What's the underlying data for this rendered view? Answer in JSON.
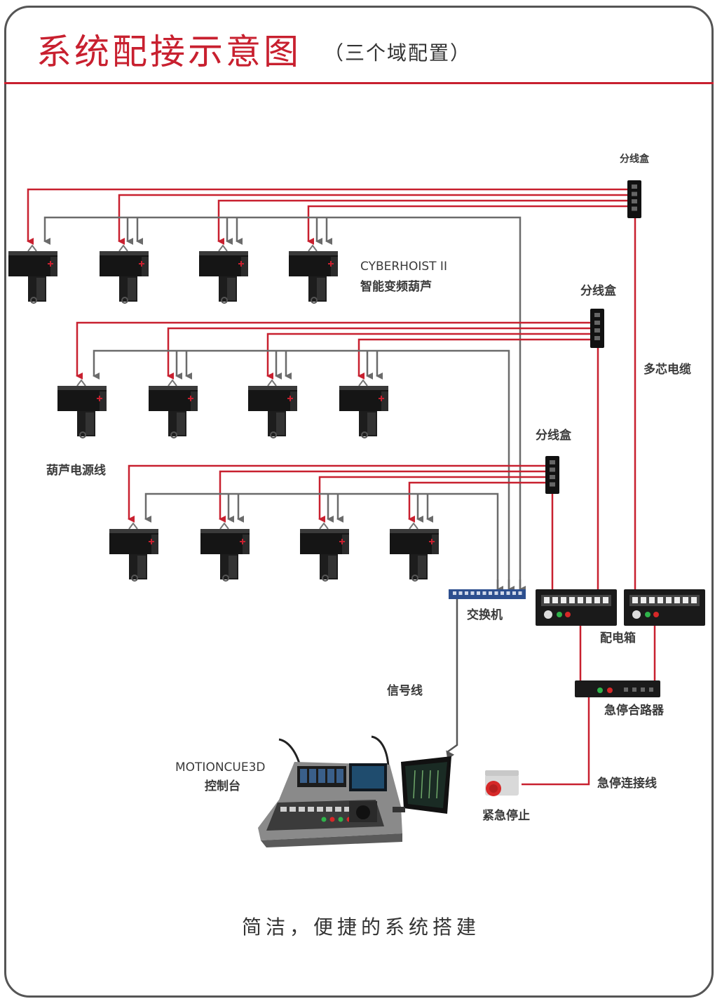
{
  "title": "系统配接示意图",
  "subtitle": "（三个域配置）",
  "labels": {
    "splitter_1": "分线盒",
    "splitter_2": "分线盒",
    "splitter_3": "分线盒",
    "hoist_name_en": "CYBERHOIST II",
    "hoist_name_cn": "智能变频葫芦",
    "multicore_cable": "多芯电缆",
    "hoist_power_cable": "葫芦电源线",
    "switch": "交换机",
    "power_box": "配电箱",
    "signal_cable": "信号线",
    "estop_combiner": "急停合路器",
    "console_name_en": "MOTIONCUE3D",
    "console_name_cn": "控制台",
    "estop_cable": "急停连接线",
    "emergency_stop": "紧急停止"
  },
  "footer": "简洁，便捷的系统搭建",
  "colors": {
    "accent": "#c8202f",
    "power_line": "#c8202f",
    "signal_line": "#6b6b6b",
    "switch": "#2d4f8f"
  }
}
